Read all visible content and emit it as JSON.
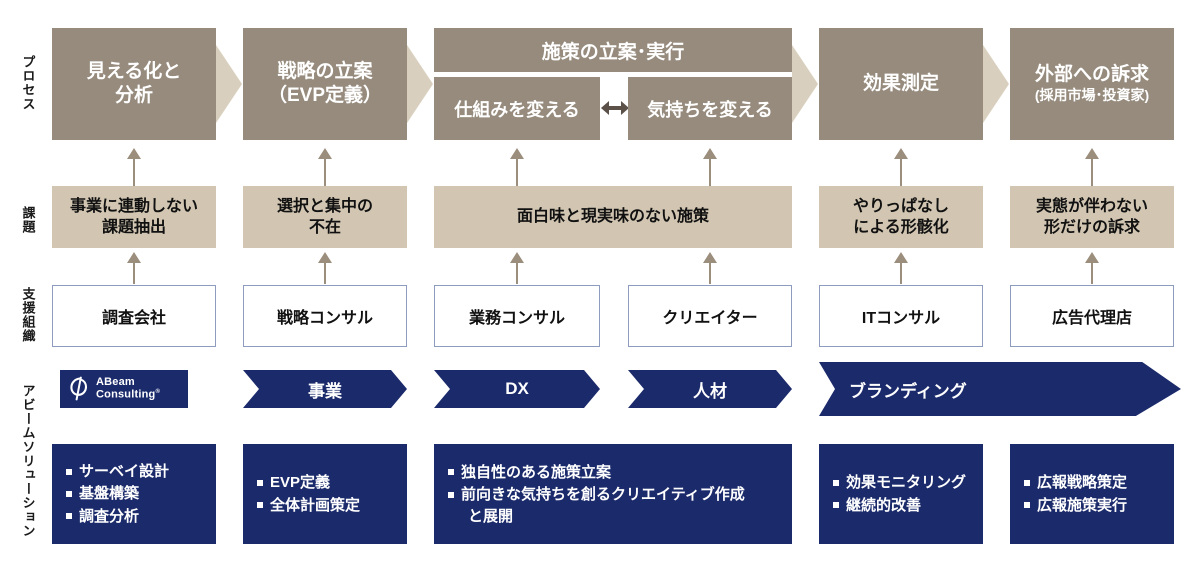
{
  "meta": {
    "title": "採用ブランディング プロセス・課題・支援組織・アビームソリューション 一覧図",
    "colors": {
      "process_box": "#968B7D",
      "process_chevron": "#D9CFBE",
      "issue_box": "#D2C6B2",
      "support_border": "#8E9CC0",
      "navy": "#1B2A6B",
      "arrow_tan": "#9C8E7D",
      "arrow_dark": "#5B5148"
    }
  },
  "row_labels": {
    "process": "プロセス",
    "issue": "課題",
    "support": "支援組織",
    "solution": "アビームソリューション"
  },
  "process": {
    "steps": [
      {
        "label": "見える化と分析",
        "line1": "見える化と",
        "line2": "分析"
      },
      {
        "label": "戦略の立案（EVP定義）",
        "line1": "戦略の立案",
        "line2": "（EVP定義）"
      },
      {
        "label": "効果測定",
        "line1": "効果測定",
        "line2": ""
      },
      {
        "label": "外部への訴求（採用市場・投資家）",
        "line1": "外部への訴求",
        "line2": "(採用市場･投資家)"
      }
    ],
    "group": {
      "title": "施策の立案･実行",
      "sub_left": "仕組みを変える",
      "sub_right": "気持ちを変える",
      "between_icon": "double-arrow-icon"
    }
  },
  "issues": [
    {
      "line1": "事業に連動しない",
      "line2": "課題抽出"
    },
    {
      "line1": "選択と集中の",
      "line2": "不在"
    },
    {
      "line1": "面白味と現実味のない施策",
      "line2": ""
    },
    {
      "line1": "やりっぱなし",
      "line2": "による形骸化"
    },
    {
      "line1": "実態が伴わない",
      "line2": "形だけの訴求"
    }
  ],
  "support_orgs": [
    "調査会社",
    "戦略コンサル",
    "業務コンサル",
    "クリエイター",
    "ITコンサル",
    "広告代理店"
  ],
  "brand": {
    "logo_mark": "abeam-logo-mark",
    "name_bold": "AB",
    "name_rest": "eam",
    "name_second": "Consulting",
    "registered": "®"
  },
  "tags": [
    {
      "label": "事業"
    },
    {
      "label": "DX"
    },
    {
      "label": "人材"
    },
    {
      "label": "ブランディング"
    }
  ],
  "solutions": [
    {
      "items": [
        "サーベイ設計",
        "基盤構築",
        "調査分析"
      ]
    },
    {
      "items": [
        "EVP定義",
        "全体計画策定"
      ]
    },
    {
      "items": [
        "独自性のある施策立案",
        "前向きな気持ちを創るクリエイティブ作成",
        "と展開"
      ]
    },
    {
      "items": [
        "効果モニタリング",
        "継続的改善"
      ]
    },
    {
      "items": [
        "広報戦略策定",
        "広報施策実行"
      ]
    }
  ]
}
